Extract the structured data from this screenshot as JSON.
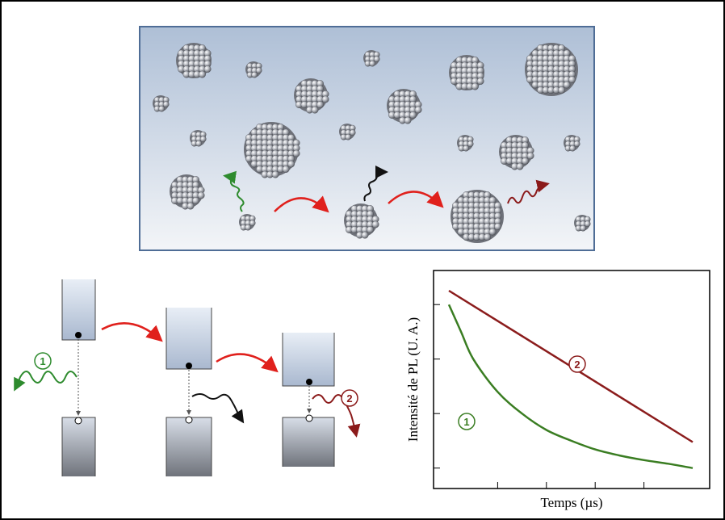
{
  "colors": {
    "background": "#ffffff",
    "frame": "#000000",
    "panel_border": "#4f6d96",
    "panel_top": "#aebfd6",
    "panel_bottom": "#f3f5f8",
    "cluster": "#9a9ea6",
    "emission_green": "#2e8b2e",
    "emission_red": "#8b1a1a",
    "transfer_arrow": "#e0201c",
    "curve_green": "#3a7d22",
    "curve_red": "#8b1c1c",
    "band_top": "#c9d6e8",
    "band_bottom": "#7d8088"
  },
  "icons": {
    "cluster": "nanocrystal-cluster-icon",
    "electron": "electron-dot-icon",
    "hole": "hole-circle-icon",
    "wave": "photon-wave-icon",
    "transfer": "energy-transfer-arrow-icon"
  },
  "bands": {
    "markers": [
      "1",
      "2"
    ]
  },
  "chart_data": {
    "type": "line",
    "xlabel": "Temps (µs)",
    "ylabel": "Intensité de PL (U. A.)",
    "y_scale": "log",
    "grid": false,
    "legend": "none",
    "series": [
      {
        "name": "1",
        "x": [
          0,
          0.05,
          0.1,
          0.2,
          0.3,
          0.4,
          0.5,
          0.6,
          0.7,
          0.8,
          0.9,
          1.0
        ],
        "y": [
          1000,
          316,
          100,
          25,
          10,
          5,
          3.2,
          2.2,
          1.7,
          1.4,
          1.2,
          1.0
        ]
      },
      {
        "name": "2",
        "x": [
          0,
          1.0
        ],
        "y": [
          1800,
          3
        ]
      }
    ],
    "curve_labels": [
      "1",
      "2"
    ]
  }
}
